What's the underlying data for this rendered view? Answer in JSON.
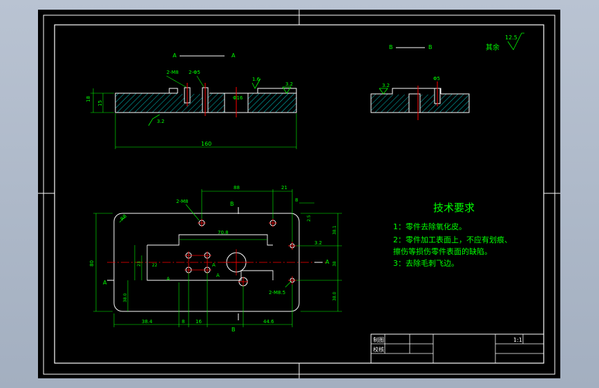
{
  "colors": {
    "frame": "#ffffff",
    "dimension": "#00ff00",
    "centerline": "#ff0000",
    "hatch": "#00ffff",
    "annotation": "#00ff00"
  },
  "section_labels": {
    "aa": {
      "left": "A",
      "right": "A"
    },
    "bb": {
      "left": "B",
      "right": "B"
    }
  },
  "roughness": {
    "rest_label": "其余",
    "rest_value": "12.5",
    "r1": "1.6",
    "r2": "3.2",
    "r3": "3.2",
    "r4": "3.2",
    "r5": "3.2"
  },
  "section_aa_dims": {
    "holes_a": "2-M8",
    "holes_b": "2-Φ5",
    "bore": "Φ16",
    "height_total": "18",
    "height_body": "15",
    "length": "160"
  },
  "section_bb_dims": {
    "hole": "Φ5"
  },
  "plan_dims": {
    "holes_top": "2-M8",
    "corner_radius": "R8",
    "top_span": "88",
    "top_right": "21",
    "right_small": "8",
    "right_v1": "2.5",
    "right_v2": "38.1",
    "right_v3": "38",
    "right_v4": "38.0",
    "inner_width": "70.8",
    "left_v1": "22",
    "left_v2": "23",
    "left_total": "80",
    "left_low": "38.0",
    "bottom_1": "38.4",
    "bottom_2": "8",
    "bottom_3": "16",
    "bottom_4": "44.6",
    "holes_bottom": "2-M8.5"
  },
  "plan_labels": {
    "b_top": "B",
    "b_bottom": "B",
    "a_left": "A",
    "a_right": "A",
    "a_inner_1": "A",
    "a_inner_2": "A",
    "a_inner_3": "A"
  },
  "tech_requirements": {
    "title": "技术要求",
    "lines": [
      "1：零件去除氧化皮。",
      "2：零件加工表面上，不应有划痕、",
      "擦伤等损伤零件表面的缺陷。",
      "3：去除毛刺飞边。"
    ]
  },
  "title_block": {
    "row1_label": "制图",
    "row2_label": "校核",
    "scale": "1:1"
  }
}
